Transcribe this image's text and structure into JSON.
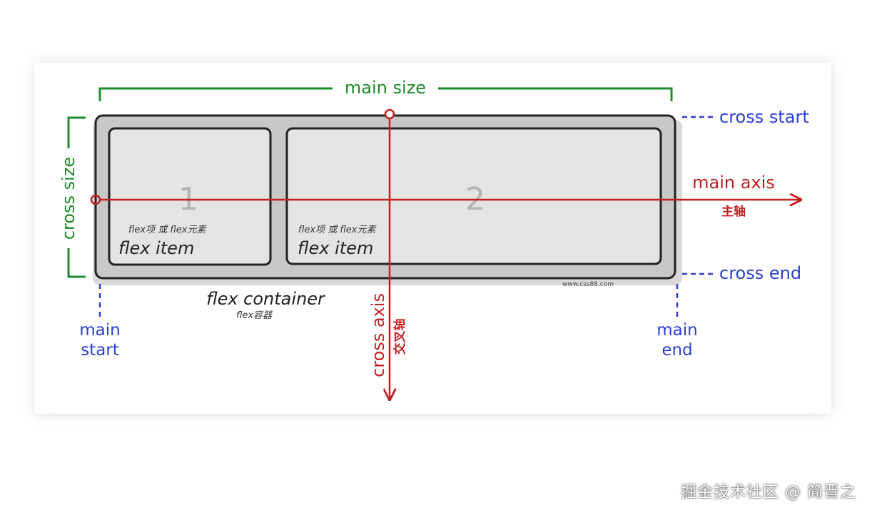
{
  "colors": {
    "green": "#1e8a2b",
    "blue": "#2a3fd6",
    "red": "#c21f1f",
    "dark": "#222222",
    "container_fill": "#c8c8c8",
    "item_fill": "#e4e4e4"
  },
  "labels": {
    "main_size": "main size",
    "cross_size": "cross size",
    "cross_start": "cross start",
    "cross_end": "cross end",
    "main_axis": "main axis",
    "main_axis_cn": "主轴",
    "cross_axis": "cross axis",
    "cross_axis_cn": "交叉轴",
    "main_start_1": "main",
    "main_start_2": "start",
    "main_end_1": "main",
    "main_end_2": "end",
    "flex_container": "flex container",
    "flex_container_cn": "flex容器",
    "site": "www.css88.com"
  },
  "items": [
    {
      "number": "1",
      "caption_cn": "flex项 或 flex元素",
      "caption": "flex item"
    },
    {
      "number": "2",
      "caption_cn": "flex项 或 flex元素",
      "caption": "flex item"
    }
  ],
  "watermark": "掘金技术社区 @ 简晋之"
}
